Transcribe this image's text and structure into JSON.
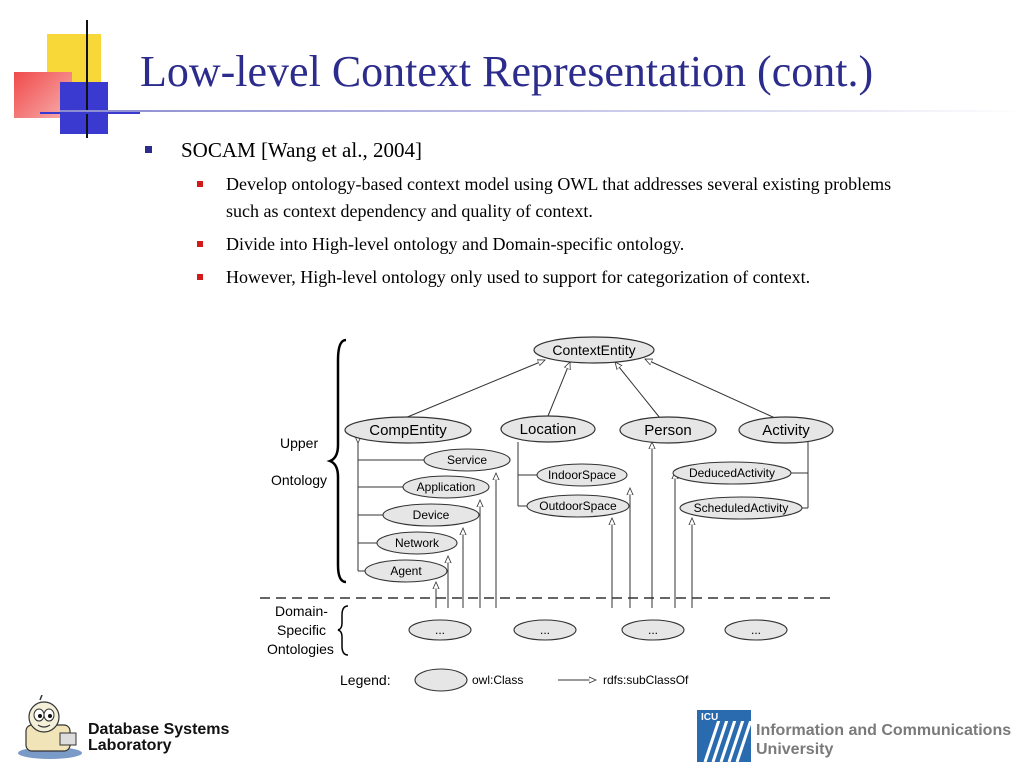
{
  "slide": {
    "title": "Low-level Context Representation (cont.)",
    "bullet_main": "SOCAM [Wang et al., 2004]",
    "sub_bullets": [
      "Develop ontology-based context model using OWL that addresses several existing problems such as context dependency and quality of context.",
      "Divide into High-level ontology and Domain-specific ontology.",
      "However, High-level ontology only used to support for categorization of context."
    ]
  },
  "diagram": {
    "root": "ContextEntity",
    "classes": [
      "CompEntity",
      "Location",
      "Person",
      "Activity"
    ],
    "comp_subclasses": [
      "Service",
      "Application",
      "Device",
      "Network",
      "Agent"
    ],
    "location_subclasses": [
      "IndoorSpace",
      "OutdoorSpace"
    ],
    "activity_subclasses": [
      "DeducedActivity",
      "ScheduledActivity"
    ],
    "upper_label_1": "Upper",
    "upper_label_2": "Ontology",
    "domain_label_1": "Domain-",
    "domain_label_2": "Specific",
    "domain_label_3": "Ontologies",
    "ellipsis": "...",
    "legend_label": "Legend:",
    "legend_class": "owl:Class",
    "legend_subclass": "rdfs:subClassOf"
  },
  "footer": {
    "lab_line1": "Database Systems",
    "lab_line2": "Laboratory",
    "icu_logo": "ICU",
    "univ_line1": "Information and Communications",
    "univ_line2": "University"
  },
  "colors": {
    "title": "#2c2c8c",
    "bullet_main": "#2c2c8c",
    "bullet_sub": "#d21a1a",
    "node_fill": "#e6e6e6",
    "logo_blue": "#2a6bb0"
  }
}
